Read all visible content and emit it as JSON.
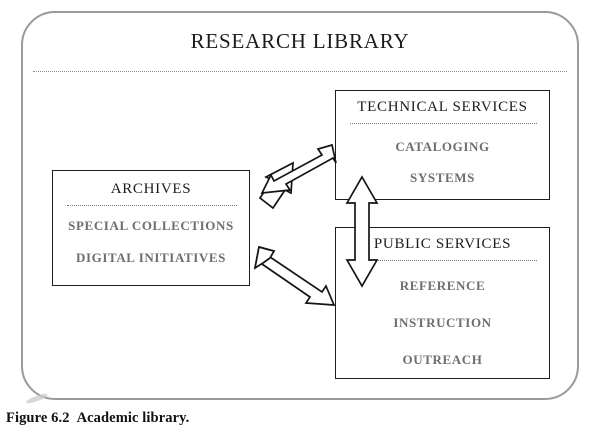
{
  "figure": {
    "caption_label": "Figure 6.2",
    "caption_text": "Academic library."
  },
  "diagram": {
    "type": "organizational-chart",
    "organization_title": "RESEARCH LIBRARY",
    "boundary_style": "rounded-rectangle",
    "colors": {
      "boundary": "#9a9a9a",
      "box_border": "#1d1d1d",
      "unit_title_text": "#1c1c1c",
      "unit_item_text": "#6e6e6e",
      "arrow_stroke": "#151515",
      "arrow_fill": "#ffffff",
      "divider": "#777777",
      "background": "#ffffff"
    },
    "units": [
      {
        "id": "archives",
        "title": "ARCHIVES",
        "items": [
          "SPECIAL COLLECTIONS",
          "DIGITAL INITIATIVES"
        ]
      },
      {
        "id": "technical",
        "title": "TECHNICAL SERVICES",
        "items": [
          "CATALOGING",
          "SYSTEMS"
        ]
      },
      {
        "id": "public",
        "title": "PUBLIC SERVICES",
        "items": [
          "REFERENCE",
          "INSTRUCTION",
          "OUTREACH"
        ]
      }
    ],
    "connectors": [
      {
        "id": "archives-technical",
        "from": "archives",
        "to": "technical",
        "style": "double-headed-hollow-arrow",
        "orientation": "diagonal-up-right"
      },
      {
        "id": "archives-public",
        "from": "archives",
        "to": "public",
        "style": "double-headed-hollow-arrow",
        "orientation": "diagonal-down-right"
      },
      {
        "id": "technical-public",
        "from": "technical",
        "to": "public",
        "style": "double-headed-hollow-arrow",
        "orientation": "vertical"
      }
    ]
  }
}
